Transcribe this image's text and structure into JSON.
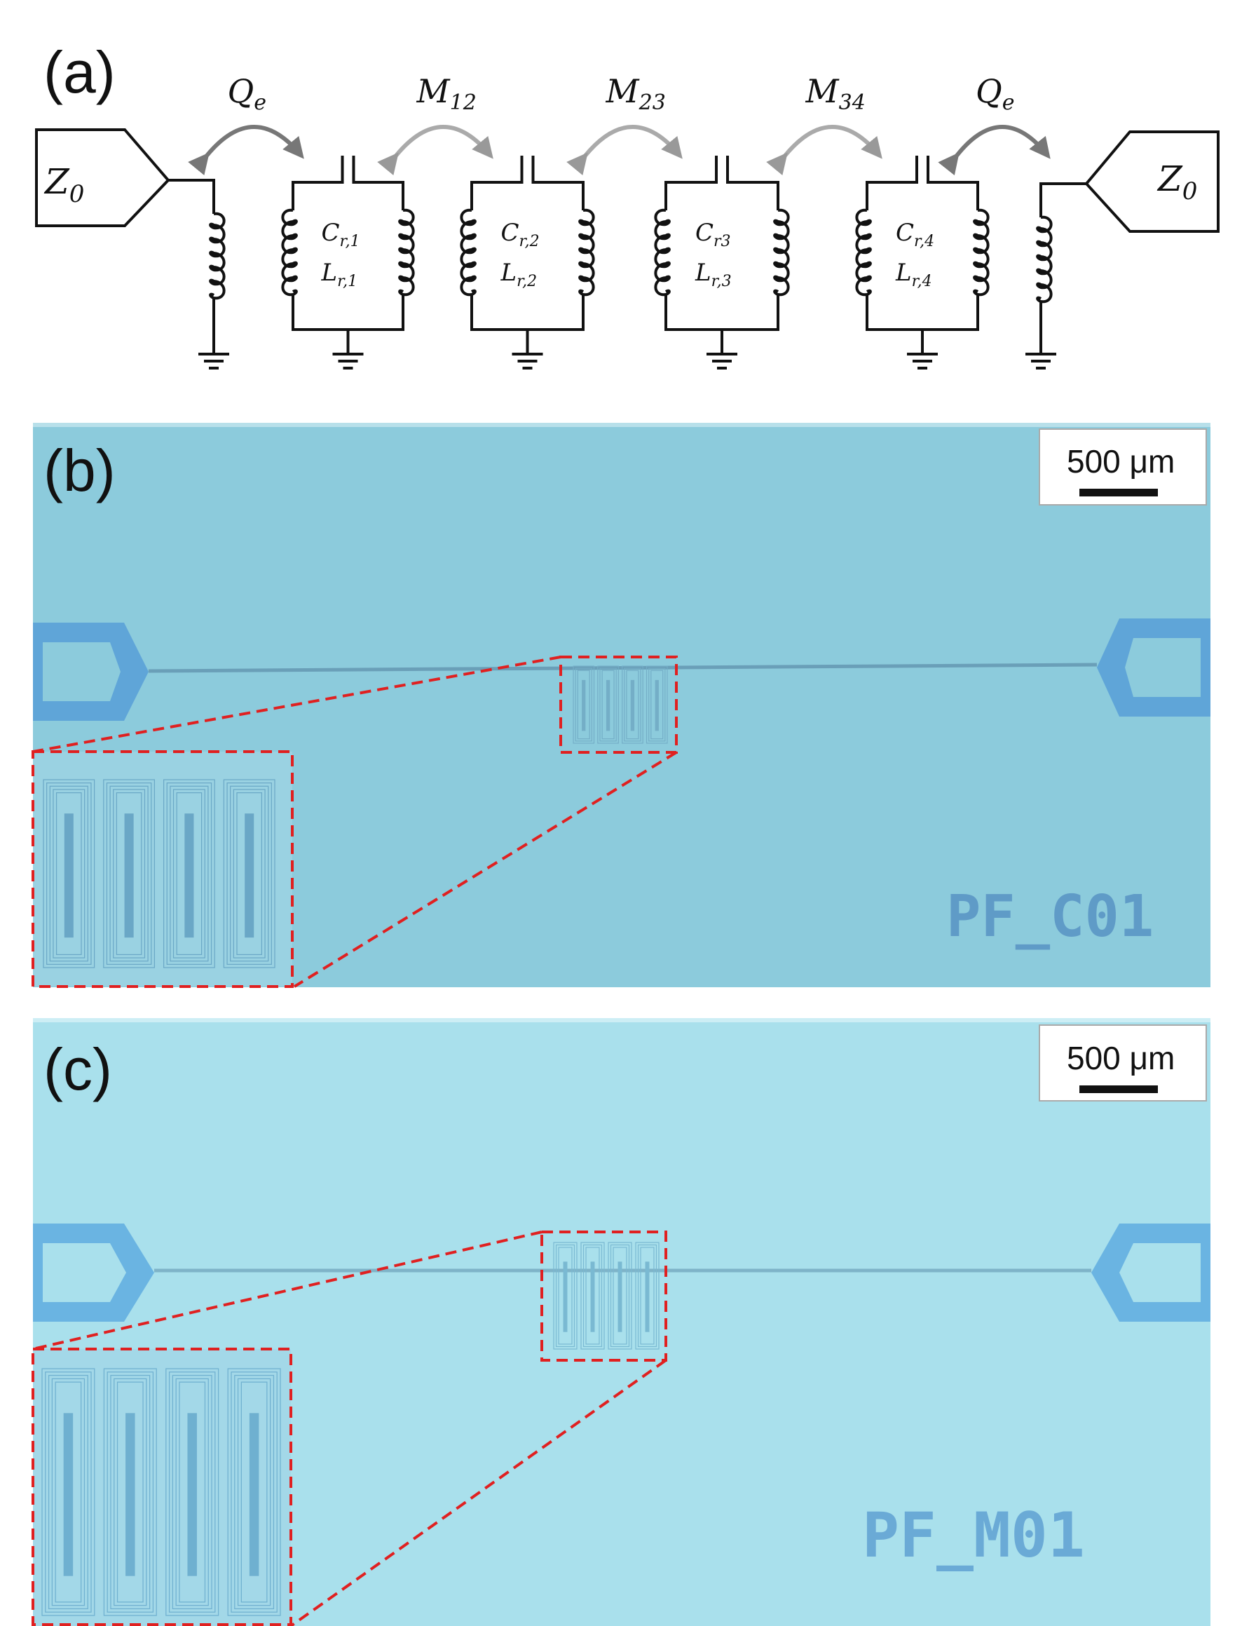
{
  "figure": {
    "panels": [
      {
        "id": "a",
        "label": "(a)"
      },
      {
        "id": "b",
        "label": "(b)"
      },
      {
        "id": "c",
        "label": "(c)"
      }
    ]
  },
  "circuit": {
    "port_left": {
      "symbol": "Z",
      "sub": "0"
    },
    "port_right": {
      "symbol": "Z",
      "sub": "0"
    },
    "couplings": [
      {
        "symbol": "Q",
        "sub": "e"
      },
      {
        "symbol": "M",
        "sub": "12"
      },
      {
        "symbol": "M",
        "sub": "23"
      },
      {
        "symbol": "M",
        "sub": "34"
      },
      {
        "symbol": "Q",
        "sub": "e"
      }
    ],
    "resonators": [
      {
        "c_sym": "C",
        "c_sub": "r,1",
        "l_sym": "L",
        "l_sub": "r,1"
      },
      {
        "c_sym": "C",
        "c_sub": "r,2",
        "l_sym": "L",
        "l_sub": "r,2"
      },
      {
        "c_sym": "C",
        "c_sub": "r3",
        "l_sym": "L",
        "l_sub": "r,3"
      },
      {
        "c_sym": "C",
        "c_sub": "r,4",
        "l_sym": "L",
        "l_sub": "r,4"
      }
    ]
  },
  "micrographs": [
    {
      "id": "b",
      "chip_label": "PF_C01",
      "scalebar": "500 μm",
      "bg_color": "#8ccbdc",
      "pad_color": "#5fa5d8"
    },
    {
      "id": "c",
      "chip_label": "PF_M01",
      "scalebar": "500 μm",
      "bg_color": "#a9e0ec",
      "pad_color": "#6ab4e2"
    }
  ],
  "colors": {
    "zoom_box": "#e02020",
    "coupling_arrow": "#999999",
    "wire": "#111111"
  }
}
